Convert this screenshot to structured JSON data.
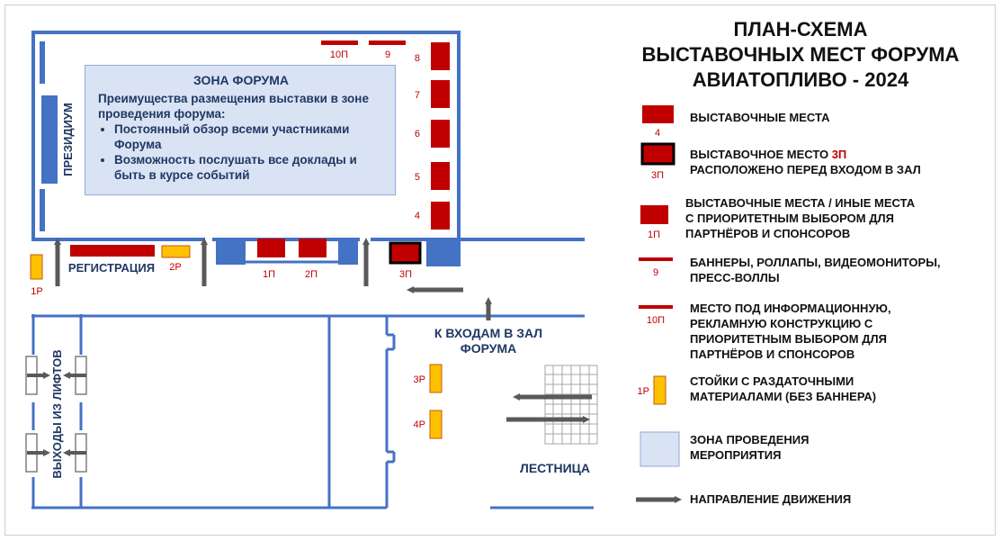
{
  "title": {
    "line1": "ПЛАН-СХЕМА",
    "line2": "ВЫСТАВОЧНЫХ МЕСТ ФОРУМА",
    "line3": "АВИАТОПЛИВО - 2024"
  },
  "forum_zone": {
    "title": "ЗОНА ФОРУМА",
    "lead": "Преимущества размещения выставки в зоне проведения форума:",
    "bullets": [
      "Постоянный обзор всеми участниками Форума",
      "Возможность послушать все доклады и быть в курсе событий"
    ]
  },
  "areas": {
    "presidium": "ПРЕЗИДИУМ",
    "registration": "РЕГИСТРАЦИЯ",
    "entrances_line1": "К ВХОДАМ В ЗАЛ",
    "entrances_line2": "ФОРУМА",
    "lift_exits": "ВЫХОДЫ ИЗ ЛИФТОВ",
    "stairs": "ЛЕСТНИЦА"
  },
  "booths": {
    "b8": "8",
    "b7": "7",
    "b6": "6",
    "b5": "5",
    "b4": "4",
    "banner10p": "10П",
    "banner9": "9",
    "p1": "1П",
    "p2": "2П",
    "p3": "3П",
    "r1": "1Р",
    "r2": "2Р",
    "r3": "3Р",
    "r4": "4Р"
  },
  "legend": {
    "exhibit_places": {
      "sample": "4",
      "text": "ВЫСТАВОЧНЫЕ МЕСТА"
    },
    "entrance_place": {
      "sample": "3П",
      "text_prefix": "ВЫСТАВОЧНОЕ МЕСТО ",
      "highlight": "3П",
      "text_line2": "РАСПОЛОЖЕНО ПЕРЕД ВХОДОМ В ЗАЛ"
    },
    "priority_places": {
      "sample": "1П",
      "line1": "ВЫСТАВОЧНЫЕ МЕСТА / ИНЫЕ МЕСТА",
      "line2": "С ПРИОРИТЕТНЫМ ВЫБОРОМ ДЛЯ",
      "line3": "ПАРТНЁРОВ И СПОНСОРОВ"
    },
    "banners": {
      "sample": "9",
      "line1": "БАННЕРЫ, РОЛЛАПЫ, ВИДЕОМОНИТОРЫ,",
      "line2": "ПРЕСС-ВОЛЛЫ"
    },
    "info_place": {
      "sample": "10П",
      "line1": "МЕСТО ПОД ИНФОРМАЦИОННУЮ,",
      "line2": "РЕКЛАМНУЮ КОНСТРУКЦИЮ С",
      "line3": "ПРИОРИТЕТНЫМ ВЫБОРОМ ДЛЯ",
      "line4": "ПАРТНЁРОВ И СПОНСОРОВ"
    },
    "stands": {
      "sample": "1Р",
      "line1": "СТОЙКИ С РАЗДАТОЧНЫМИ",
      "line2": "МАТЕРИАЛАМИ (БЕЗ БАННЕРА)"
    },
    "event_zone": {
      "line1": "ЗОНА ПРОВЕДЕНИЯ",
      "line2": "МЕРОПРИЯТИЯ"
    },
    "direction": {
      "text": "НАПРАВЛЕНИЕ ДВИЖЕНИЯ"
    }
  },
  "colors": {
    "wall": "#4472c4",
    "booth": "#c00000",
    "stand": "#ffc000",
    "zone": "#dae3f3",
    "arrow": "#595959",
    "label": "#1f3864"
  }
}
